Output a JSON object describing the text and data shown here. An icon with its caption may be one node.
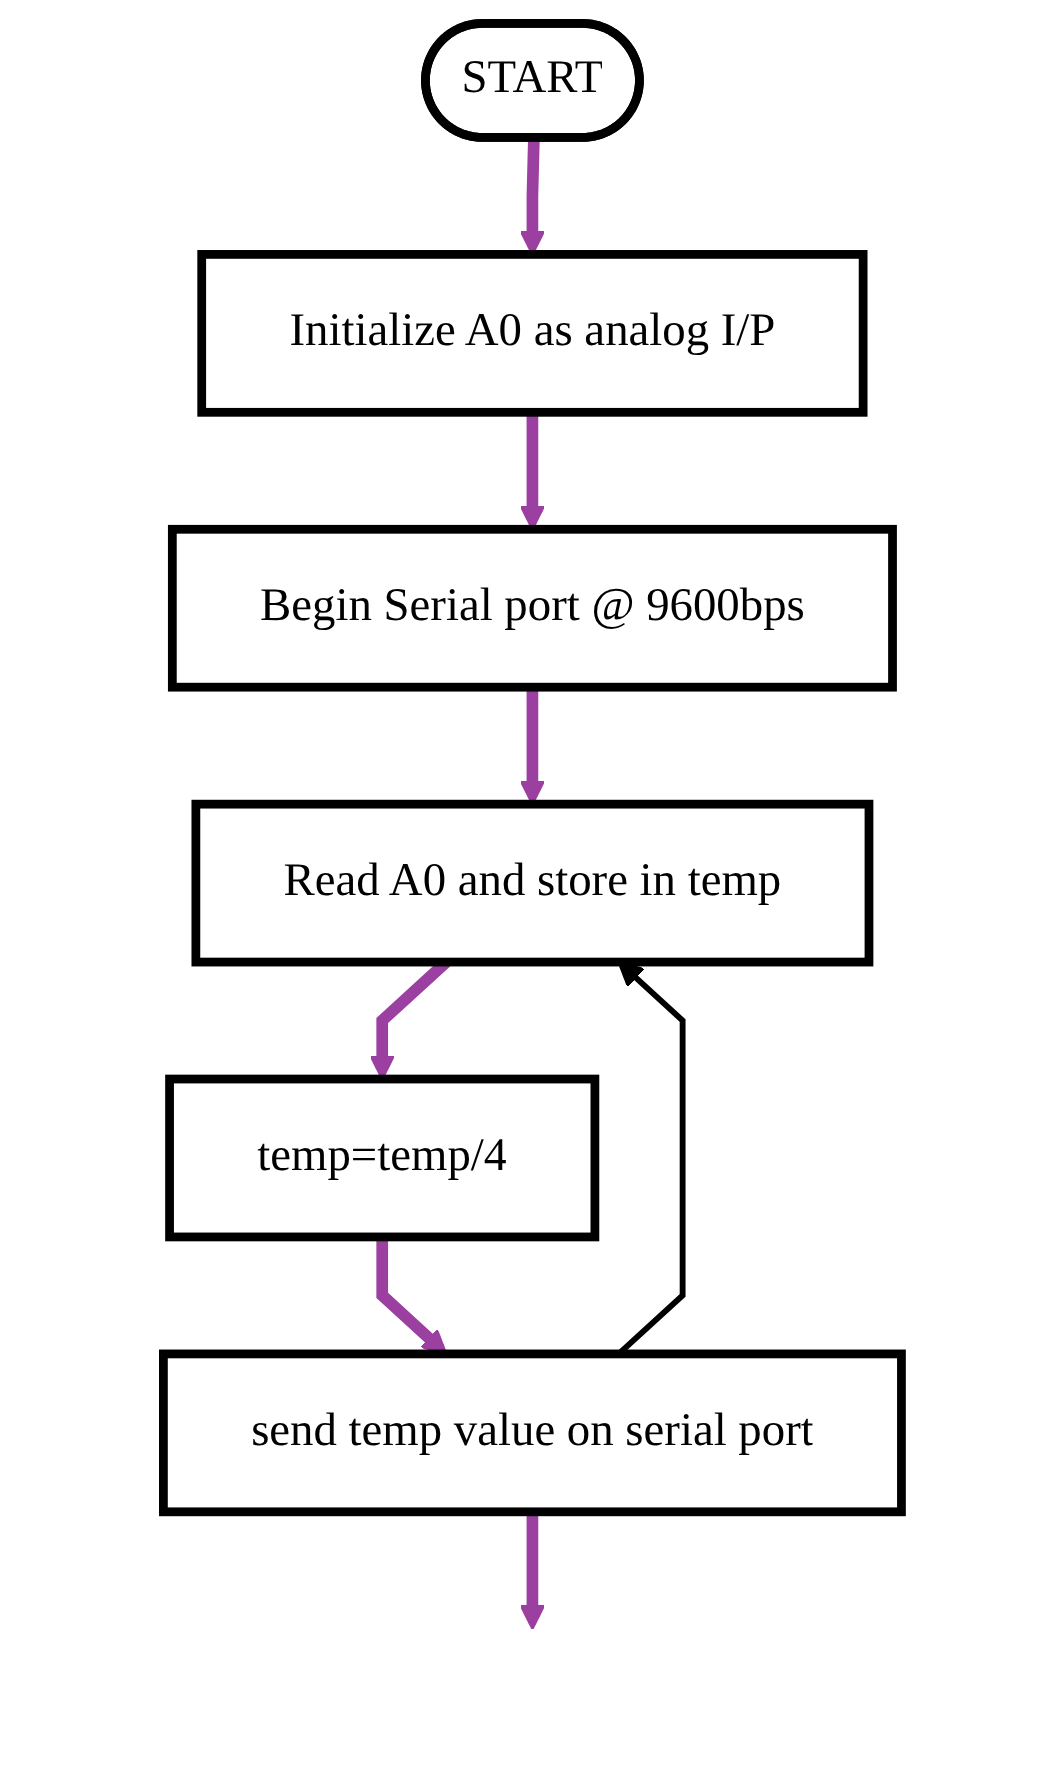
{
  "diagram": {
    "nodes": [
      {
        "text": [
          "START"
        ]
      },
      {
        "text": [
          "Initialize A0 as analog I/P"
        ]
      },
      {
        "text": [
          "Begin Serial port @ 9600bps"
        ]
      },
      {
        "text": [
          "Read A0 and store in temp"
        ]
      },
      {
        "text": [
          "temp=temp/4"
        ]
      },
      {
        "text": [
          "send temp value on serial port"
        ]
      }
    ],
    "edges": [
      {
        "from": 0,
        "to": 1,
        "arrow": "to"
      },
      {
        "from": 1,
        "to": 2,
        "arrow": "to"
      },
      {
        "from": 2,
        "to": 3,
        "arrow": "to"
      },
      {
        "from": 3,
        "to": 4,
        "arrow": "to"
      },
      {
        "from": 4,
        "to": 5,
        "arrow": "to"
      },
      {
        "from": 5,
        "to": null,
        "arrow": "to"
      },
      {
        "from": 5,
        "to": 3,
        "arrow": "to",
        "color": "#000000"
      }
    ]
  }
}
